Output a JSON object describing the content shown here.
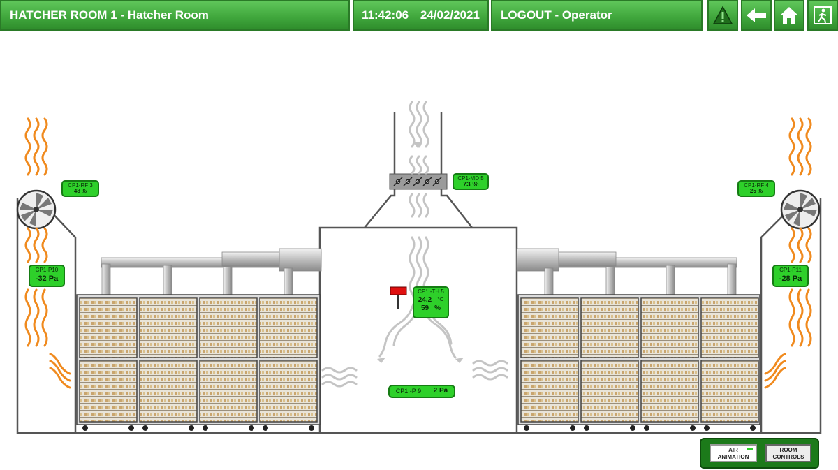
{
  "header": {
    "title": "HATCHER ROOM 1 - Hatcher Room",
    "time": "11:42:06",
    "date": "24/02/2021",
    "logout": "LOGOUT - Operator"
  },
  "icons": {
    "alarm": "warning-triangle-icon",
    "back": "arrow-left-icon",
    "home": "house-icon",
    "exit": "exit-door-icon"
  },
  "sensors": {
    "rf3": {
      "name": "CP1-RF 3",
      "value": "48 %"
    },
    "rf4": {
      "name": "CP1-RF 4",
      "value": "25 %"
    },
    "md5": {
      "name": "CP1-MD 5",
      "value": "73 %"
    },
    "p10": {
      "name": "CP1-P10",
      "value": "-32 Pa"
    },
    "p11": {
      "name": "CP1-P11",
      "value": "-28 Pa"
    },
    "th5": {
      "name": "CP1 -TH 5",
      "temp": "24.2",
      "temp_unit": "°C",
      "hum": "59",
      "hum_unit": "%"
    },
    "p9": {
      "name": "CP1 -P 9",
      "value": "2 Pa"
    }
  },
  "controls": {
    "air_line1": "AIR",
    "air_line2": "ANIMATION",
    "room_line1": "ROOM",
    "room_line2": "CONTROLS"
  },
  "colors": {
    "header_green": "#41a83d",
    "sensor_green": "#2ed02a",
    "warm_air": "#f08a1e",
    "cool_air": "#c4c4c4",
    "alarm_red": "#e01010"
  }
}
